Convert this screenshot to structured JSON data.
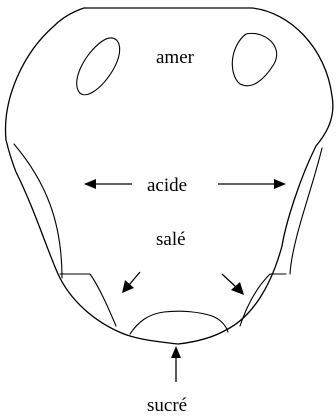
{
  "labels": {
    "bitter": "amer",
    "sour": "acide",
    "salty": "salé",
    "sweet": "sucré"
  }
}
